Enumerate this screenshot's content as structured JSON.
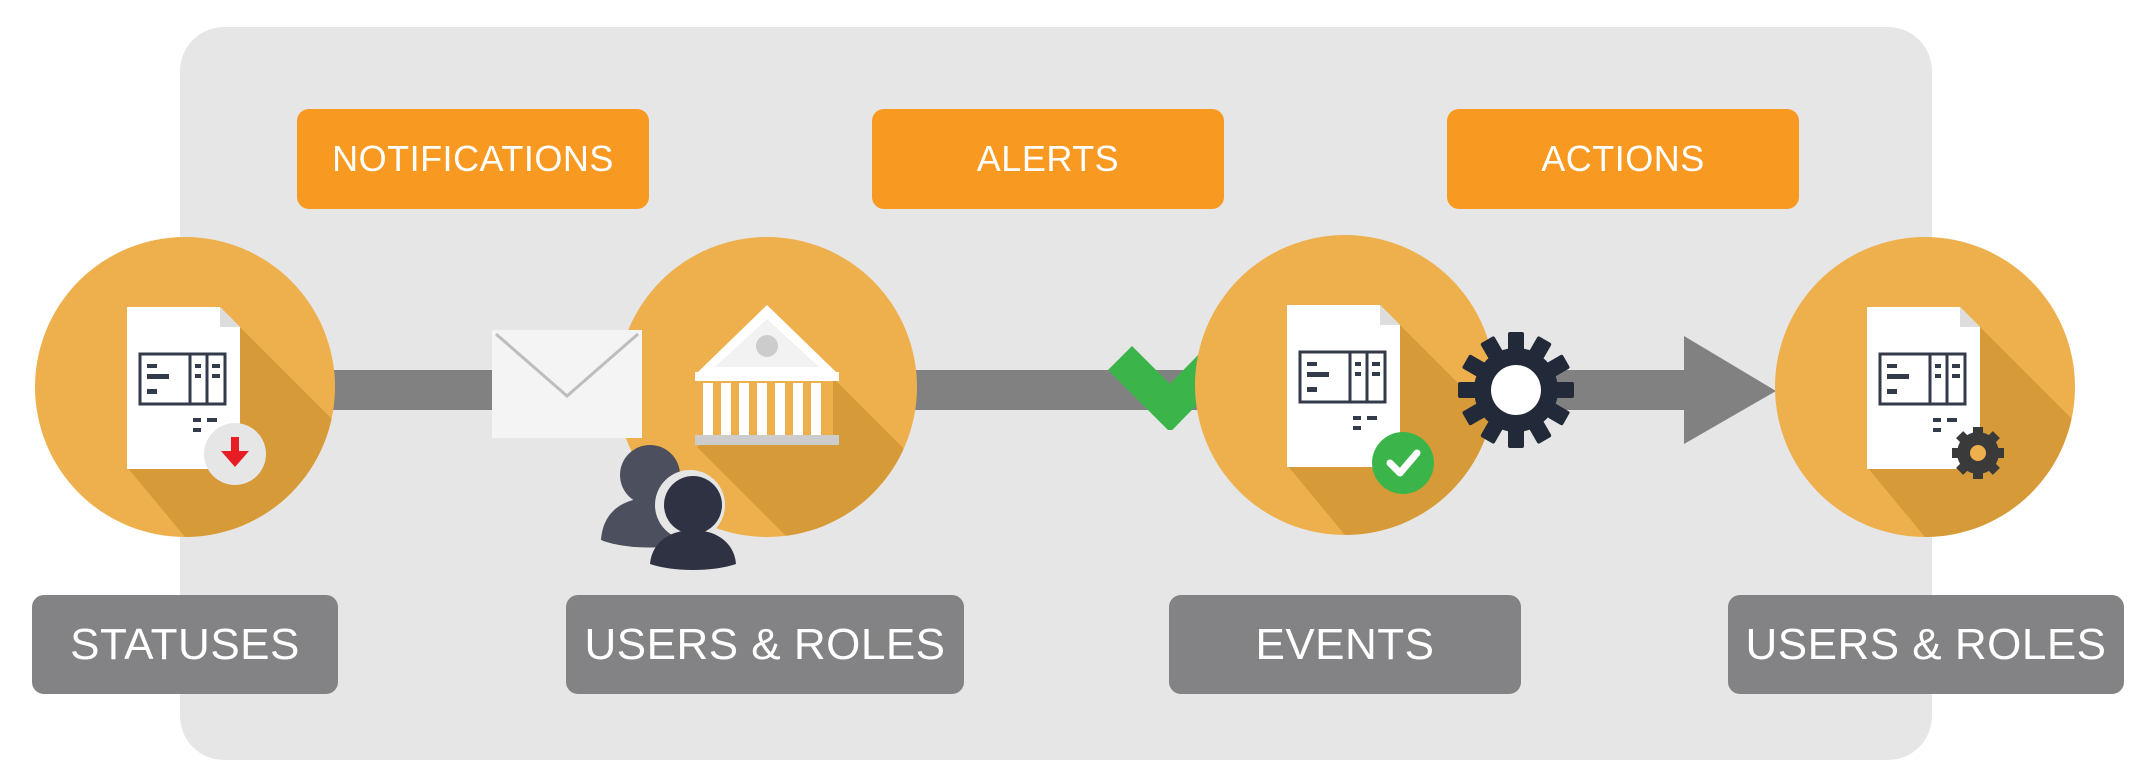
{
  "top_tags": [
    "NOTIFICATIONS",
    "ALERTS",
    "ACTIONS"
  ],
  "bottom_labels": [
    "STATUSES",
    "USERS & ROLES",
    "EVENTS",
    "USERS & ROLES"
  ],
  "colors": {
    "panel": "#e6e6e6",
    "tag": "#f89a21",
    "label": "#838385",
    "disc": "#eeb04d",
    "disc_shadow": "#d79a38",
    "connector": "#818181",
    "check": "#3bb54a",
    "gear": "#222a3a",
    "alert_arrow": "#e81c24"
  },
  "icons": [
    "document-icon",
    "download-badge-icon",
    "envelope-icon",
    "bank-icon",
    "users-icon",
    "checkmark-icon",
    "check-badge-icon",
    "gear-icon",
    "arrow-right-icon",
    "small-gear-icon"
  ]
}
